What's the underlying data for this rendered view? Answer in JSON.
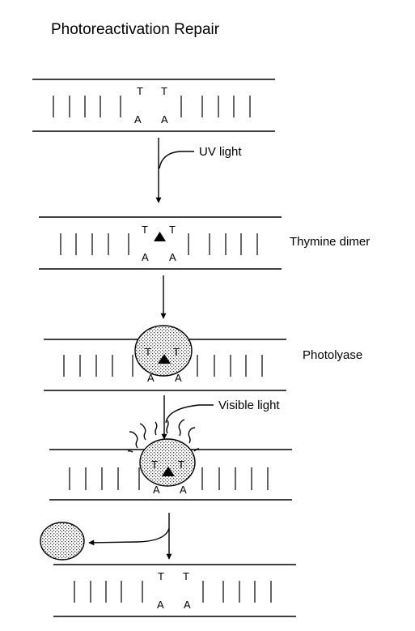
{
  "title": "Photoreactivation Repair",
  "labels": {
    "uv_light": "UV light",
    "thymine_dimer": "Thymine dimer",
    "photolyase": "Photolyase",
    "visible_light": "Visible light"
  },
  "bases": {
    "top": "T",
    "bottom": "A"
  }
}
